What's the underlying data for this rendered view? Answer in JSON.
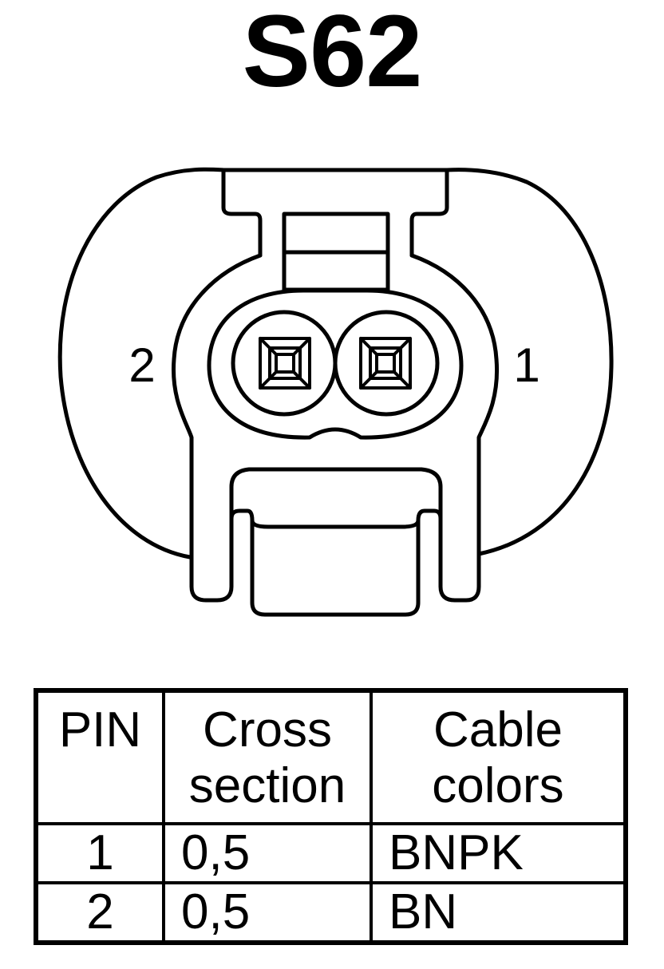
{
  "title": "S62",
  "pin_labels": {
    "left": "2",
    "right": "1"
  },
  "table": {
    "headers": [
      [
        "PIN"
      ],
      [
        "Cross",
        "section"
      ],
      [
        "Cable",
        "colors"
      ]
    ],
    "rows": [
      {
        "pin": "1",
        "cross_section": "0,5",
        "cable_color": "BNPK"
      },
      {
        "pin": "2",
        "cross_section": "0,5",
        "cable_color": "BN"
      }
    ]
  }
}
